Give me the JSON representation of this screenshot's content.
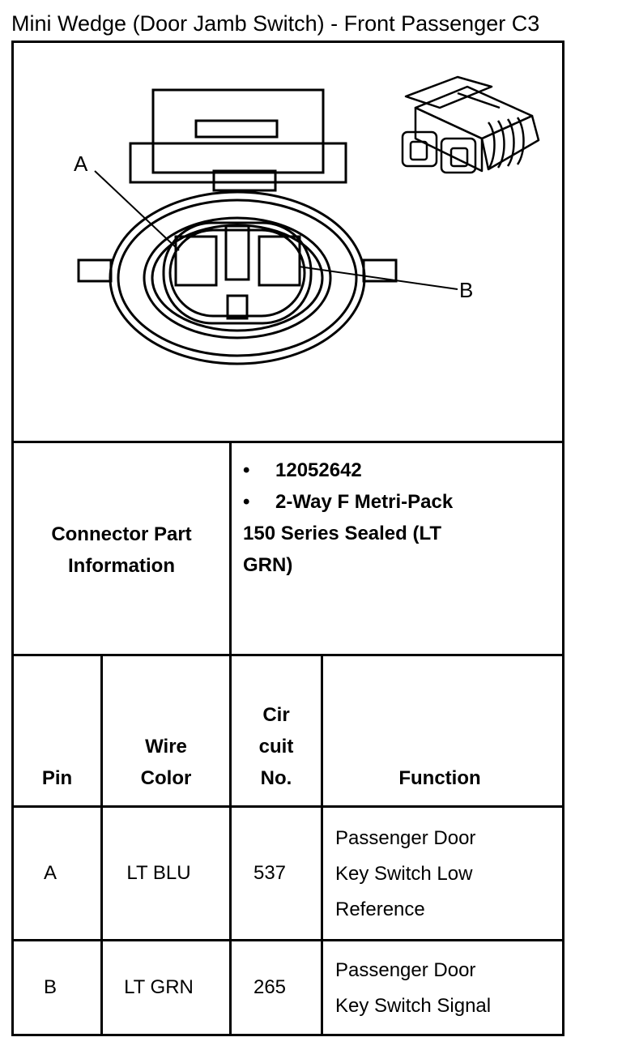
{
  "title": "Mini Wedge (Door Jamb Switch) - Front Passenger C3",
  "diagram": {
    "pin_labels": [
      "A",
      "B"
    ]
  },
  "connector_info": {
    "label_line1": "Connector Part",
    "label_line2": "Information",
    "bullet": "•",
    "part_number": "12052642",
    "type_line1": "2-Way F Metri-Pack",
    "type_line2": "150 Series Sealed (LT",
    "type_line3": "GRN)"
  },
  "table": {
    "headers": {
      "pin": "Pin",
      "wire_line1": "Wire",
      "wire_line2": "Color",
      "circuit_line1": "Cir",
      "circuit_line2": "cuit",
      "circuit_line3": "No.",
      "function": "Function"
    },
    "rows": [
      {
        "pin": "A",
        "wire_color": "LT BLU",
        "circuit": "537",
        "function_lines": [
          "Passenger Door",
          "Key Switch Low",
          "Reference"
        ]
      },
      {
        "pin": "B",
        "wire_color": "LT GRN",
        "circuit": "265",
        "function_lines": [
          "Passenger Door",
          "Key Switch Signal"
        ]
      }
    ]
  }
}
